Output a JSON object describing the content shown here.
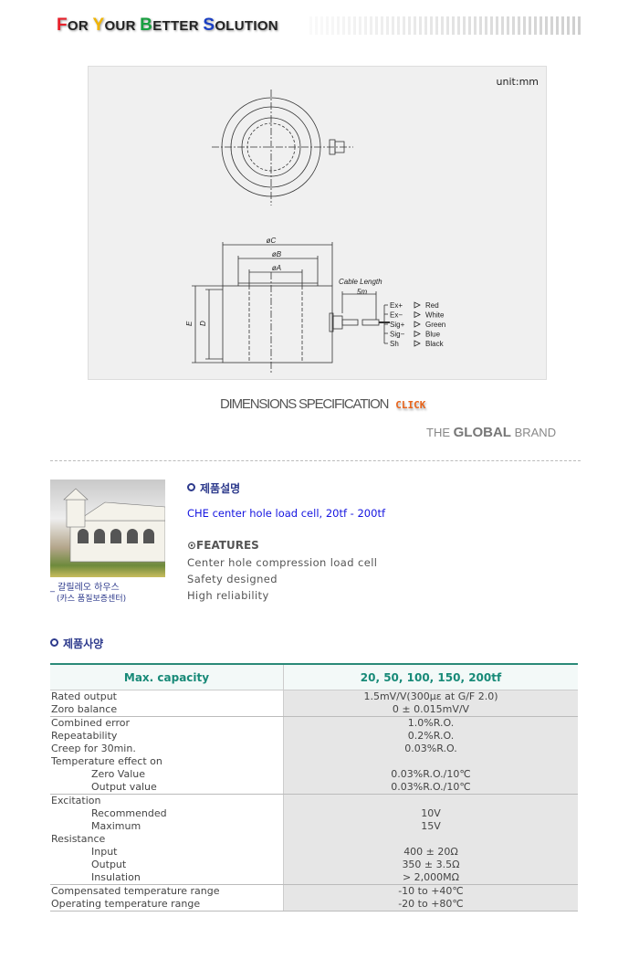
{
  "header": {
    "slogan": [
      {
        "initial": "F",
        "rest": "OR ",
        "color": "#e8202a"
      },
      {
        "initial": "Y",
        "rest": "OUR ",
        "color": "#f1b400"
      },
      {
        "initial": "B",
        "rest": "ETTER ",
        "color": "#18a040"
      },
      {
        "initial": "S",
        "rest": "OLUTION",
        "color": "#1a3fc4"
      }
    ]
  },
  "drawing": {
    "unit": "unit:mm",
    "labels": {
      "c": "øC",
      "b": "øB",
      "a": "øA",
      "e": "E",
      "d": "D",
      "cable": "Cable Length",
      "cable_len": "5m"
    },
    "wires": [
      {
        "pin": "Ex+",
        "color": "Red"
      },
      {
        "pin": "Ex−",
        "color": "White"
      },
      {
        "pin": "Sig+",
        "color": "Green"
      },
      {
        "pin": "Sig−",
        "color": "Blue"
      },
      {
        "pin": "Sh",
        "color": "Black"
      }
    ]
  },
  "dimensions_label": "DIMENSIONS SPECIFICATION",
  "click_label": "CLICK",
  "brand": {
    "the": "THE",
    "global": "GLOBAL",
    "brand": "BRAND"
  },
  "photo": {
    "caption1": "_ 갈릴레오 하우스",
    "caption2": "(카스 품질보증센터)"
  },
  "description": {
    "heading": "제품설명",
    "text": "CHE center hole load cell, 20tf - 200tf",
    "features_heading": "⊙FEATURES",
    "features": [
      "Center hole compression load cell",
      "Safety designed",
      "High reliability"
    ]
  },
  "spec": {
    "heading": "제품사양",
    "header": [
      "Max. capacity",
      "20, 50, 100, 150, 200tf"
    ],
    "groups": [
      [
        [
          "Rated output",
          "1.5mV/V(300με at G/F 2.0)",
          0
        ],
        [
          "Zoro balance",
          "0 ± 0.015mV/V",
          0
        ]
      ],
      [
        [
          "Combined error",
          "1.0%R.O.",
          0
        ],
        [
          "Repeatability",
          "0.2%R.O.",
          0
        ],
        [
          "Creep for 30min.",
          "0.03%R.O.",
          0
        ],
        [
          "Temperature effect on",
          "",
          0
        ],
        [
          "Zero Value",
          "0.03%R.O./10℃",
          1
        ],
        [
          "Output value",
          "0.03%R.O./10℃",
          1
        ]
      ],
      [
        [
          "Excitation",
          "",
          0
        ],
        [
          "Recommended",
          "10V",
          1
        ],
        [
          "Maximum",
          "15V",
          1
        ],
        [
          "Resistance",
          "",
          0
        ],
        [
          "Input",
          "400 ± 20Ω",
          1
        ],
        [
          "Output",
          "350 ± 3.5Ω",
          1
        ],
        [
          "Insulation",
          "> 2,000MΩ",
          1
        ]
      ],
      [
        [
          "Compensated temperature range",
          "-10 to +40℃",
          0
        ],
        [
          "Operating temperature range",
          "-20 to +80℃",
          0
        ]
      ]
    ]
  }
}
